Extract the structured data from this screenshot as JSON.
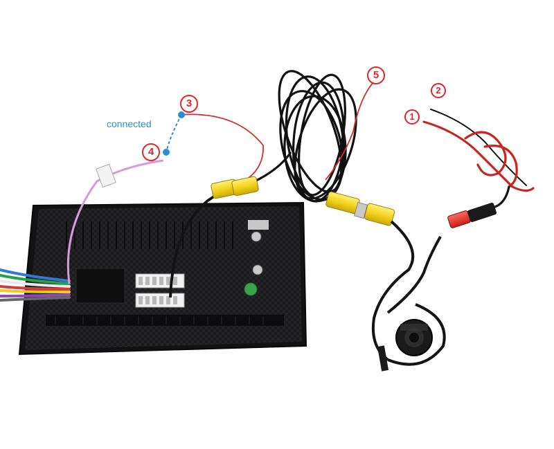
{
  "annotation_color": "#e0262b",
  "connected_color": "#2b8fd6",
  "labels": {
    "connected": "connected",
    "c1": "1",
    "c2": "2",
    "c3": "3",
    "c4": "4",
    "c5": "5"
  },
  "icons": {
    "callout": "circled-number-icon",
    "camera": "rear-camera-icon",
    "head_unit": "car-stereo-icon",
    "rca_connector": "rca-connector-icon"
  }
}
